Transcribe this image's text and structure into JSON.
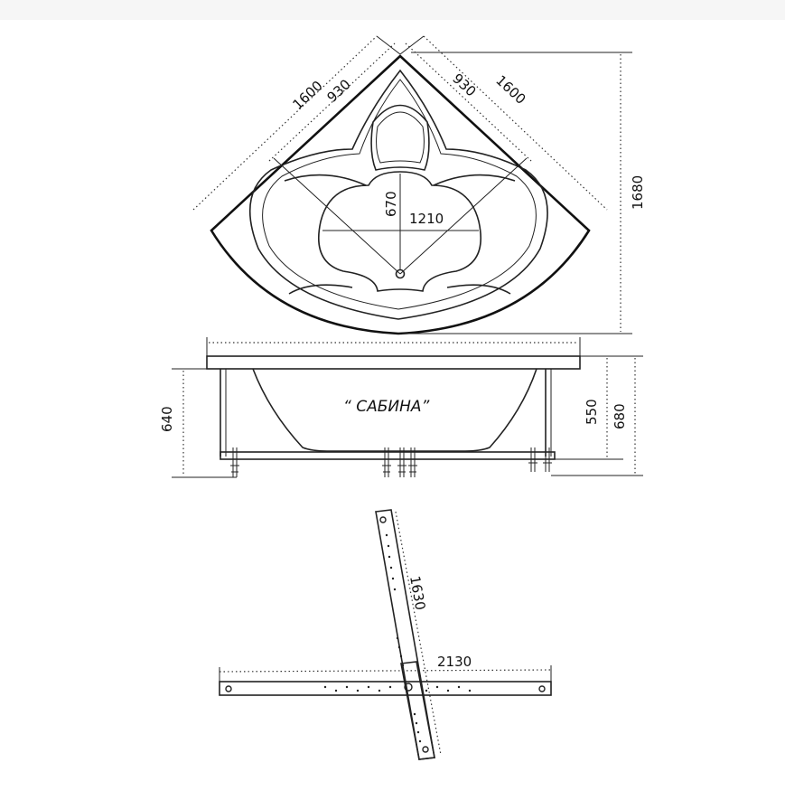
{
  "top_view": {
    "dim_side_left": "1600",
    "dim_inner_left": "930",
    "dim_inner_right": "930",
    "dim_side_right": "1600",
    "dim_height": "1680",
    "dim_depth": "670",
    "dim_width": "1210"
  },
  "side_view": {
    "model_name": "“ САБИНА”",
    "dim_left": "640",
    "dim_inner": "550",
    "dim_total": "680"
  },
  "frame_view": {
    "dim_diagonal": "1630",
    "dim_horizontal": "2130"
  }
}
